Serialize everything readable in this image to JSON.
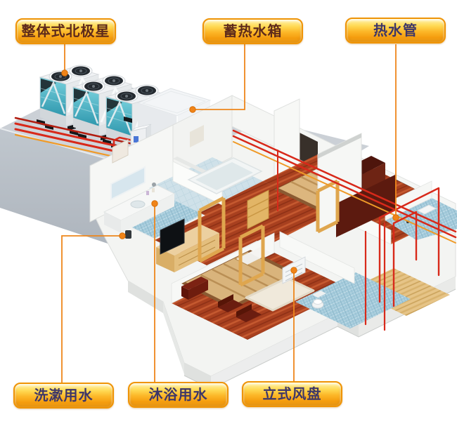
{
  "diagram": {
    "description": "isometric cutaway apartment with rooftop heat-pump hot water system",
    "callouts": [
      {
        "id": "heat-pump-unit",
        "text": "整体式北极星",
        "position": "top-left",
        "points_to": "rooftop heat pump units"
      },
      {
        "id": "storage-tank",
        "text": "蓄热水箱",
        "position": "top-center",
        "points_to": "white heat storage tank on roof"
      },
      {
        "id": "hot-water-pipe",
        "text": "热水管",
        "position": "top-right",
        "points_to": "red hot water piping"
      },
      {
        "id": "washing-water",
        "text": "洗漱用水",
        "position": "bottom-left",
        "points_to": "bathroom vanity basin"
      },
      {
        "id": "bathing-water",
        "text": "沐浴用水",
        "position": "bottom-center",
        "points_to": "shower fixture"
      },
      {
        "id": "fan-coil",
        "text": "立式风盘",
        "position": "bottom-right",
        "points_to": "floor-standing fan coil unit"
      }
    ],
    "colors": {
      "label_border": "#ef9406",
      "label_gradient_top": "#fff3b0",
      "label_gradient_bottom": "#f59d0e",
      "label_text_primary": "#5d2a1b",
      "label_text_secondary": "#3d3668",
      "callout_line": "#ee861b",
      "callout_dot": "#f08418",
      "pipe_hot_red": "#d8291a",
      "pipe_orange": "#ef9a28",
      "pipe_cold_blue": "#2c3f9b",
      "roof_gray": "#c3c9d0",
      "heat_pump_coil_teal": "#49b4c6",
      "wood_floor": "#a8401f",
      "mosaic_tile_blue": "#a3cadb",
      "accent_wall_maroon": "#5c1a0f",
      "wall_white": "#f5f6f4"
    }
  }
}
